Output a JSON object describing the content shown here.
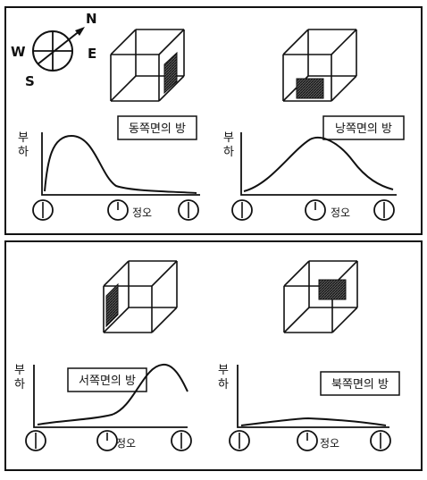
{
  "compass": {
    "north": "N",
    "east": "E",
    "south": "S",
    "west": "W"
  },
  "axis": {
    "load_char_1": "부",
    "load_char_2": "하",
    "noon_label": "정오"
  },
  "rooms": {
    "east": {
      "label": "동쪽면의 방"
    },
    "south": {
      "label": "낭쪽면의 방"
    },
    "west": {
      "label": "서쪽면의 방"
    },
    "north": {
      "label": "북쪽면의 방"
    }
  },
  "colors": {
    "ink": "#111111",
    "window_fill": "#333333",
    "background": "#ffffff"
  }
}
